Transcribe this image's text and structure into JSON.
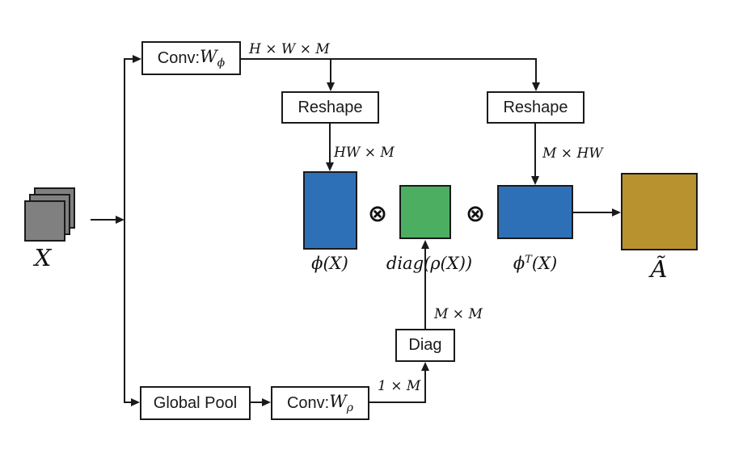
{
  "diagram": {
    "input": {
      "label": "X"
    },
    "boxes": {
      "conv_phi": {
        "prefix": "Conv: ",
        "var": "W",
        "sub": "ϕ"
      },
      "reshape_left": {
        "label": "Reshape"
      },
      "reshape_right": {
        "label": "Reshape"
      },
      "global_pool": {
        "label": "Global Pool"
      },
      "conv_rho": {
        "prefix": "Conv: ",
        "var": "W",
        "sub": "ρ"
      },
      "diag": {
        "label": "Diag"
      }
    },
    "dims": {
      "hwm": "H × W × M",
      "hw_m": "HW × M",
      "m_hw": "M × HW",
      "m_m": "M × M",
      "one_m": "1 × M"
    },
    "matrices": {
      "phi": {
        "label": "ϕ(X)",
        "color": "#2E70B8"
      },
      "diag_rho": {
        "label": "diag(ρ(X))",
        "color": "#4CAE60"
      },
      "phi_t": {
        "base": "ϕ",
        "sup": "T",
        "rest": "(X)",
        "color": "#2E70B8"
      },
      "a_tilde": {
        "label": "Ã",
        "color": "#B8922E"
      }
    },
    "operators": {
      "otimes": "⊗"
    },
    "colors": {
      "gray": "#808080",
      "line": "#1a1a1a"
    }
  }
}
